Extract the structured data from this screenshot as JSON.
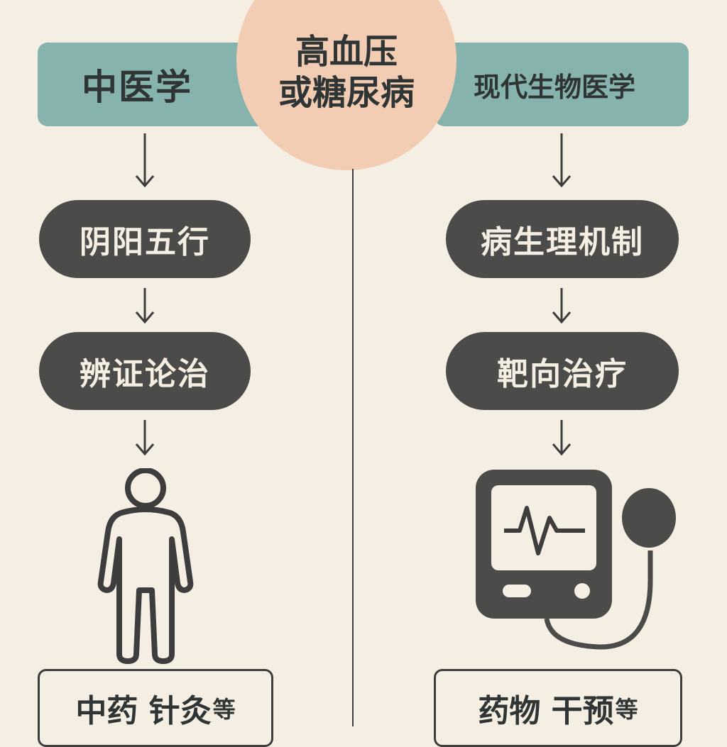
{
  "center": {
    "line1": "高血压",
    "line2": "或糖尿病"
  },
  "left": {
    "heading": "中医学",
    "steps": [
      "阴阳五行",
      "辨证论治"
    ],
    "result": {
      "main": "中药 针灸",
      "suffix": "等"
    },
    "icon": "human-figure-icon"
  },
  "right": {
    "heading": "现代生物医学",
    "steps": [
      "病生理机制",
      "靶向治疗"
    ],
    "result": {
      "main": "药物 干预",
      "suffix": "等"
    },
    "icon": "blood-pressure-monitor-icon"
  },
  "colors": {
    "background": "#f5efe3",
    "banner": "#86b3ad",
    "circle": "#f3cdb3",
    "pill": "#4b4b4a",
    "ink": "#3d3d3d"
  }
}
